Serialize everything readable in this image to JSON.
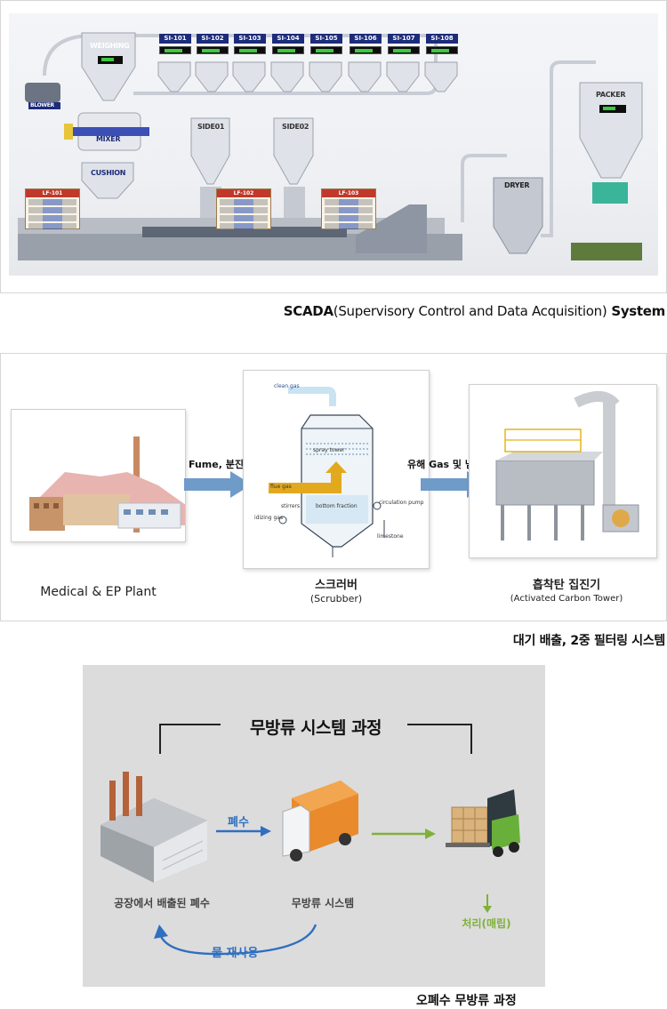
{
  "scada": {
    "caption_bold_1": "SCADA",
    "caption_mid": "(Supervisory Control and Data Acquisition)",
    "caption_bold_2": " System",
    "labels": {
      "weighing": "WEIGHING",
      "blower": "BLOWER",
      "mixer": "MIXER",
      "cushion": "CUSHION",
      "side01": "SIDE01",
      "side02": "SIDE02",
      "dryer": "DRYER",
      "packer": "PACKER",
      "lf101": "LF-101",
      "lf102": "LF-102",
      "lf103": "LF-103"
    },
    "silos": [
      "SI-101",
      "SI-102",
      "SI-103",
      "SI-104",
      "SI-105",
      "SI-106",
      "SI-107",
      "SI-108"
    ]
  },
  "air": {
    "caption": "대기 배출, 2중 필터링 시스템",
    "plant_label": "Medical & EP Plant",
    "arrow1_label": "Fume, 분진",
    "arrow2_label": "유해 Gas 및 냄새",
    "scrubber": {
      "name": "스크러버",
      "sub": "(Scrubber)",
      "clean_gas": "clean gas",
      "spray_tower": "spray tower",
      "flue_gas": "flue gas",
      "stirrers": "stirrers",
      "bottom_fraction": "bottom fraction",
      "circulation_pump": "circulation pump",
      "idizing_gas": "idizing gas",
      "limestone": "limestone"
    },
    "carbon": {
      "name": "흡착탄 집진기",
      "sub": "(Activated Carbon Tower)"
    }
  },
  "waste": {
    "caption": "오폐수 무방류 과정",
    "title": "무방류 시스템 과정",
    "factory_label": "공장에서 배출된 폐수",
    "arrow_label": "폐수",
    "system_label": "무방류 시스템",
    "treatment_label": "처리(매립)",
    "reuse_label": "물 재사용"
  },
  "colors": {
    "scada_blue": "#1d2c7a",
    "arrow_blue": "#6f9bc9",
    "flow_blue": "#2e6fc0",
    "flow_green": "#7fb13a",
    "scrubber_yellow": "#e3a91e"
  }
}
